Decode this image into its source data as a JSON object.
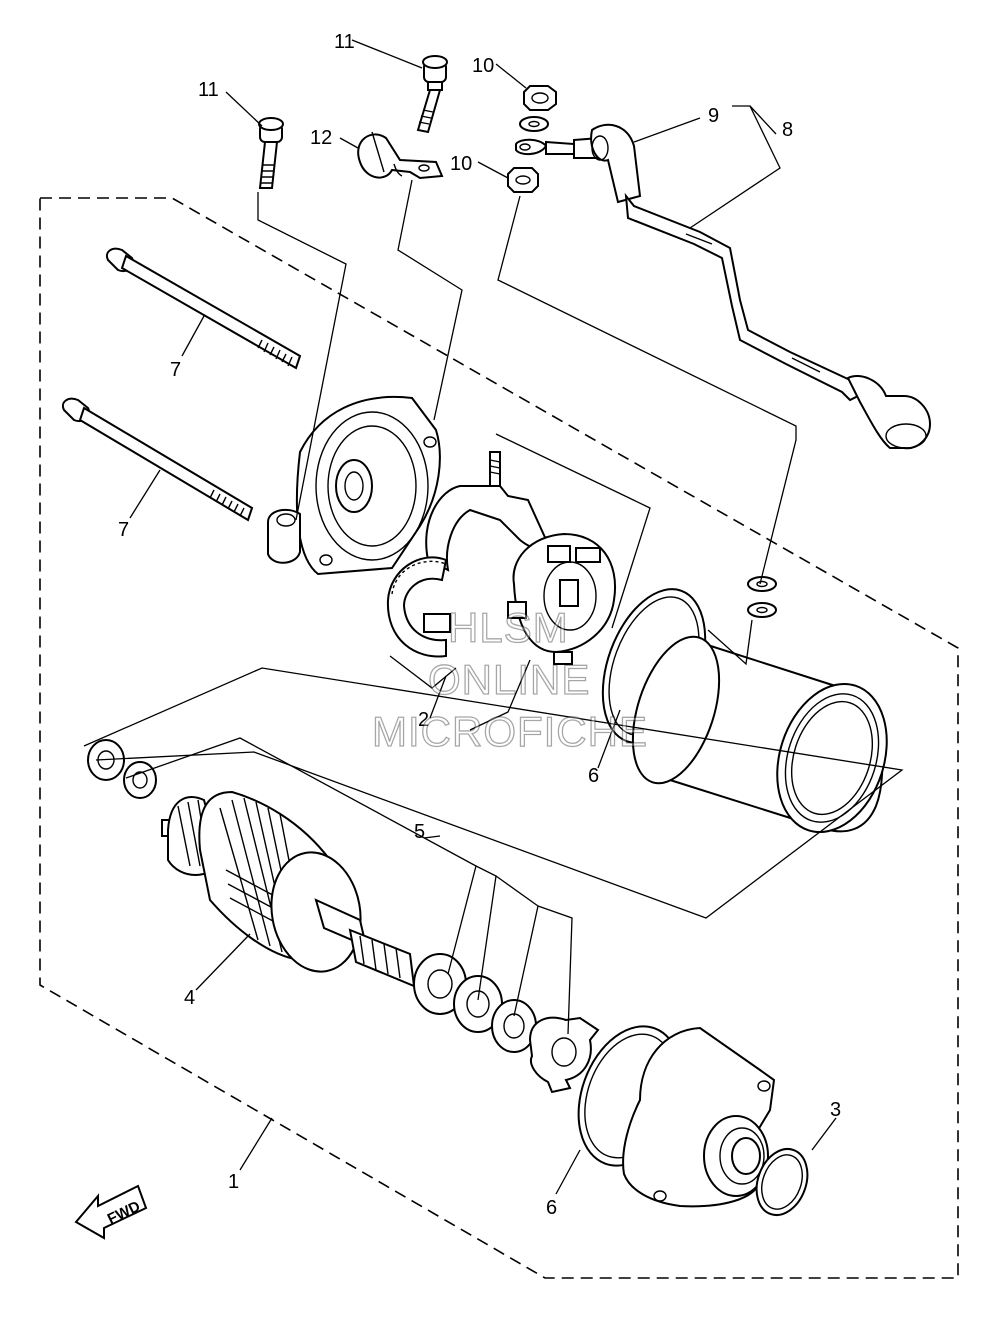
{
  "diagram": {
    "callouts": [
      {
        "id": "c11a",
        "label": "11"
      },
      {
        "id": "c11b",
        "label": "11"
      },
      {
        "id": "c10a",
        "label": "10"
      },
      {
        "id": "c10b",
        "label": "10"
      },
      {
        "id": "c12",
        "label": "12"
      },
      {
        "id": "c9",
        "label": "9"
      },
      {
        "id": "c8",
        "label": "8"
      },
      {
        "id": "c7a",
        "label": "7"
      },
      {
        "id": "c7b",
        "label": "7"
      },
      {
        "id": "c2",
        "label": "2"
      },
      {
        "id": "c6a",
        "label": "6"
      },
      {
        "id": "c5",
        "label": "5"
      },
      {
        "id": "c4",
        "label": "4"
      },
      {
        "id": "c3",
        "label": "3"
      },
      {
        "id": "c1",
        "label": "1"
      },
      {
        "id": "c6b",
        "label": "6"
      }
    ],
    "fwd_label": "FWD",
    "watermark": [
      "HLSM",
      "ONLINE",
      "MICROFICHE"
    ]
  }
}
